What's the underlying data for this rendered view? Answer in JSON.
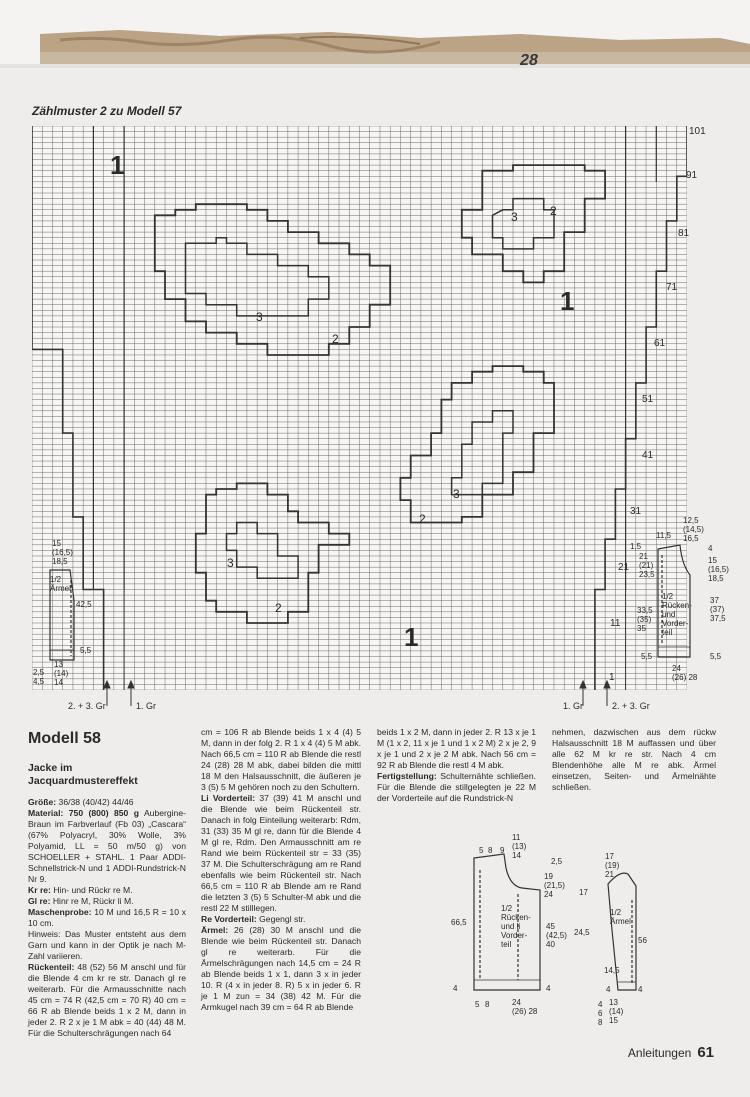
{
  "header": {
    "page_top": "28"
  },
  "chart": {
    "title": "Zählmuster 2 zu Modell 57",
    "row_labels": [
      "101",
      "91",
      "81",
      "71",
      "61",
      "51",
      "41",
      "31",
      "21",
      "11",
      "1"
    ],
    "motif_labels": [
      {
        "t": "1",
        "big": true
      },
      {
        "t": "3",
        "big": false
      },
      {
        "t": "2",
        "big": false
      },
      {
        "t": "3",
        "big": false
      },
      {
        "t": "2",
        "big": false
      },
      {
        "t": "1",
        "big": true
      },
      {
        "t": "3",
        "big": false
      },
      {
        "t": "2",
        "big": false
      },
      {
        "t": "3",
        "big": false
      },
      {
        "t": "2",
        "big": false
      },
      {
        "t": "1",
        "big": true
      }
    ],
    "bottom_left": "2. + 3. Gr",
    "bottom_left_1": "1. Gr",
    "bottom_right_1": "1. Gr",
    "bottom_right": "2. + 3. Gr"
  },
  "schema_sleeve_left": {
    "top": "15\n(16,5)\n18,5",
    "label": "1/2\nÄrmel",
    "height": "42,5",
    "h2": "5,5",
    "bottom": "13\n(14)\n14",
    "side": "2,5\n4,5"
  },
  "schema_right": {
    "top": "12,5\n(14,5)\n16,5",
    "top2": "11,5",
    "neck": "1,5",
    "edge": "4",
    "armhole": "21\n(21)\n23,5",
    "shoulder": "15\n(16,5)\n18,5",
    "label": "1/2\nRücken-\nund\nVorder-\nteil",
    "left_h": "33,5\n(35)\n35",
    "right_h": "37\n(37)\n37,5",
    "hem_l": "5,5",
    "hem_r": "5,5",
    "width": "24\n(26) 28"
  },
  "article": {
    "title": "Modell 58",
    "subtitle_1": "Jacke im",
    "subtitle_2": "Jacquardmustereffekt",
    "col1": [
      {
        "k": "Größe:",
        "v": " 36/38 (40/42) 44/46"
      },
      {
        "k": "Material: 750 (800) 850 g",
        "v": " Aubergine-Braun im Farbverlauf (Fb 03) „Cascara“ (67% Polyacryl, 30% Wolle, 3% Polyamid, LL = 50 m/50 g) von SCHOELLER + STAHL. 1 Paar ADDI-Schnellstrick-N und 1 ADDI-Rundstrick-N Nr 9."
      },
      {
        "k": "Kr re:",
        "v": " Hin- und Rückr re M."
      },
      {
        "k": "Gl re:",
        "v": " Hinr re M, Rückr li M."
      },
      {
        "k": "Maschenprobe:",
        "v": " 10 M und 16,5 R = 10 x 10 cm."
      },
      {
        "k": "",
        "v": "Hinweis: Das Muster entsteht aus dem Garn und kann in der Optik je nach M-Zahl variieren."
      },
      {
        "k": "Rückenteil:",
        "v": " 48 (52) 56 M anschl und für die Blende 4 cm kr re str. Danach gl re weiterarb. Für die Armausschnitte nach 45 cm = 74 R (42,5 cm = 70 R) 40 cm = 66 R ab Blende beids 1 x 2 M, dann in jeder 2. R 2 x je 1 M abk = 40 (44) 48 M. Für die Schulterschrägungen nach 64"
      }
    ],
    "col2": [
      {
        "k": "",
        "v": "cm = 106 R ab Blende beids 1 x 4 (4) 5 M, dann in der folg 2. R 1 x 4 (4) 5 M abk. Nach 66,5 cm = 110 R ab Blende die restl 24 (28) 28 M abk, dabei bilden die mittl 18 M den Halsausschnitt, die äußeren je 3 (5) 5 M gehören noch zu den Schultern."
      },
      {
        "k": "Li Vorderteil:",
        "v": " 37 (39) 41 M anschl und die Blende wie beim Rückenteil str. Danach in folg Einteilung weiterarb: Rdm, 31 (33) 35 M gl re, dann für die Blende 4 M gl re, Rdm. Den Armausschnitt am re Rand wie beim Rückenteil str = 33 (35) 37 M. Die Schulterschrägung am re Rand ebenfalls wie beim Rückenteil str. Nach 66,5 cm = 110 R ab Blende am re Rand die letzten 3 (5) 5 Schulter-M abk und die restl 22 M stilllegen."
      },
      {
        "k": "Re Vorderteil:",
        "v": " Gegengl str."
      },
      {
        "k": "Ärmel:",
        "v": " 26 (28) 30 M anschl und die Blende wie beim Rückenteil str. Danach gl re weiterarb. Für die Ärmelschrägungen nach 14,5 cm = 24 R ab Blende beids 1 x 1, dann 3 x in jeder 10. R (4 x in jeder 8. R) 5 x in jeder 6. R je 1 M zun = 34 (38) 42 M. Für die Armkugel nach 39 cm = 64 R ab Blende"
      }
    ],
    "col3": [
      {
        "k": "",
        "v": "beids 1 x 2 M, dann in jeder 2. R 13 x je 1 M (1 x 2, 11 x je 1 und 1 x 2 M) 2 x je 2, 9 x je 1 und 2 x je 2 M abk. Nach 56 cm = 92 R ab Blende die restl 4 M abk."
      },
      {
        "k": "Fertigstellung:",
        "v": " Schulternähte schließen. Für die Blende die stillgelegten je 22 M der Vorderteile auf die Rundstrick-N"
      }
    ],
    "col4": [
      {
        "k": "",
        "v": "nehmen, dazwischen aus dem rückw Halsausschnitt 18 M auffassen und über alle 62 M kr re str. Nach 4 cm Blendenhöhe alle M re abk. Ärmel einsetzen, Seiten- und Ärmelnähte schließen."
      }
    ]
  },
  "schema_body2": {
    "top": "11\n(13)\n14",
    "t1": "5",
    "t2": "8",
    "t3": "9",
    "neck": "2,5",
    "left_h": "66,5",
    "armhole": "19\n(21,5)\n24",
    "right_h": "45\n(42,5)\n40",
    "label": "1/2\nRücken-\nund li\nVorder-\nteil",
    "hem": "4",
    "hem_r": "4",
    "b1": "5",
    "b2": "8",
    "width": "24\n(26) 28"
  },
  "schema_sleeve2": {
    "top": "17\n(19)\n21",
    "cap": "17",
    "label": "1/2\nÄrmel",
    "right_h": "56",
    "left_h": "24,5",
    "mid": "14,5",
    "hem_l": "4",
    "hem_r": "4",
    "bottom": "13\n(14)\n15",
    "side": "4\n6\n8"
  },
  "footer": {
    "label": "Anleitungen",
    "page": "61"
  }
}
